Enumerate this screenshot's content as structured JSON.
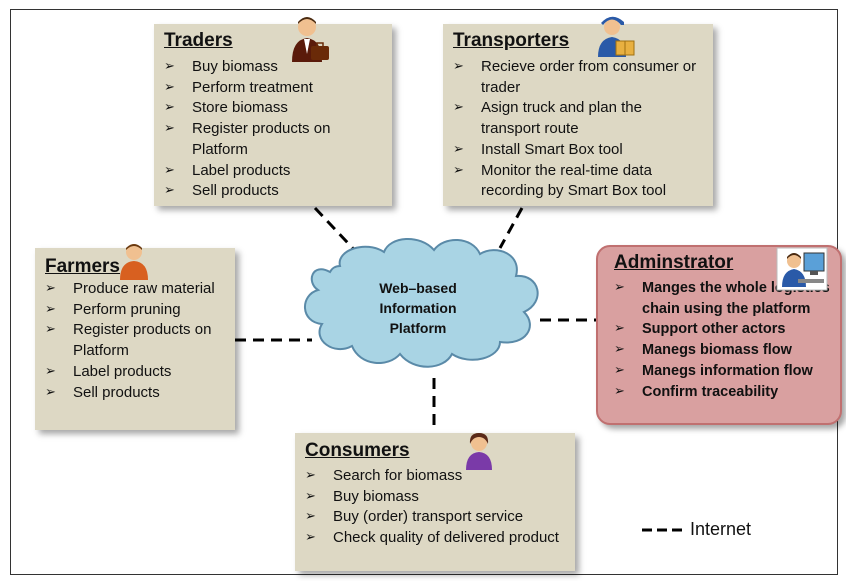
{
  "platform": {
    "line1": "Web–based",
    "line2": "Information",
    "line3": "Platform"
  },
  "traders": {
    "title": "Traders",
    "items": [
      "Buy biomass",
      "Perform treatment",
      "Store biomass",
      "Register products on Platform",
      "Label products",
      "Sell products"
    ]
  },
  "transporters": {
    "title": "Transporters",
    "items": [
      "Recieve order from consumer or trader",
      "Asign truck and plan the transport route",
      "Install Smart Box tool",
      "Monitor the real-time data recording by Smart Box tool"
    ]
  },
  "farmers": {
    "title": "Farmers",
    "items": [
      "Produce raw material",
      "Perform pruning",
      "Register products on Platform",
      "Label products",
      "Sell products"
    ]
  },
  "administrator": {
    "title": "Adminstrator",
    "items": [
      "Manges the whole logistics chain using the platform",
      "Support other actors",
      "Manegs biomass flow",
      "Manegs information flow",
      "Confirm traceability"
    ]
  },
  "consumers": {
    "title": "Consumers",
    "items": [
      "Search for biomass",
      "Buy  biomass",
      "Buy (order) transport service",
      "Check quality of delivered product"
    ]
  },
  "legend": {
    "label": "Internet"
  },
  "colors": {
    "box": "#ddd8c4",
    "admin": "#d9a0a0",
    "cloud": "#a9d4e4"
  }
}
